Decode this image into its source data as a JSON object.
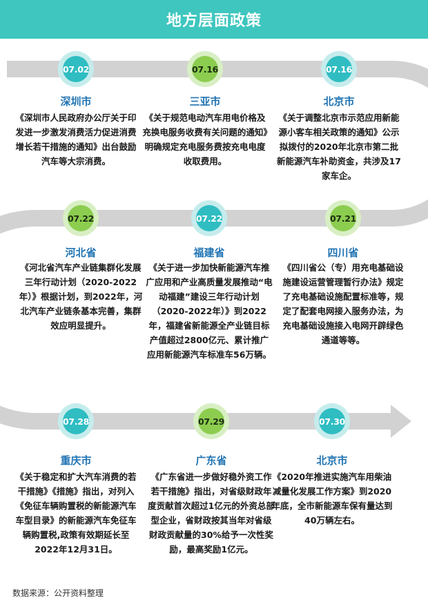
{
  "title": "地方层面政策",
  "footer": "数据来源：公开资料整理",
  "colors": {
    "header": "#3ec6bf",
    "teal": "#2fbdc2",
    "green": "#8ccd4f",
    "city": "#2174b3",
    "road": "#d2d2d2"
  },
  "events": [
    {
      "date": "07.02",
      "city": "深圳市",
      "text": "《深圳市人民政府办公厅关于印发进一步激发消费活力促进消费增长若干措施的通知》出台鼓励汽车等大宗消费。"
    },
    {
      "date": "07.16",
      "city": "三亚市",
      "text": "《关于规范电动汽车用电价格及充换电服务收费有关问题的通知》明确规定充电服务费按充电电度收取费用。"
    },
    {
      "date": "07.16",
      "city": "北京市",
      "text": "《关于调整北京市示范应用新能源小客车相关政策的通知》公示拟拨付的2020年北京市第二批新能源汽车补助资金，共涉及17家车企。"
    },
    {
      "date": "07.22",
      "city": "河北省",
      "text": "《河北省汽车产业链集群化发展三年行动计划（2020-2022年）》根据计划，到2022年，河北汽车产业链条基本完善，集群效应明显提升。"
    },
    {
      "date": "07.22",
      "city": "福建省",
      "text": "《关于进一步加快新能源汽车推广应用和产业高质量发展推动“电动福建”建设三年行动计划（2020-2022年）》到2022年，福建省新能源全产业链目标产值超过2800亿元、累计推广应用新能源汽车标准车56万辆。"
    },
    {
      "date": "07.21",
      "city": "四川省",
      "text": "《四川省公（专）用充电基础设施建设运营管理暂行办法》规定了充电基础设施配置标准等，规定了配套电网接入服务办法，为充电基础设施接入电网开辟绿色通道等等。"
    },
    {
      "date": "07.28",
      "city": "重庆市",
      "text": "《关于稳定和扩大汽车消费的若干措施》《措施》指出，对列入《免征车辆购置税的新能源汽车车型目录》的新能源汽车免征车辆购置税,政策有效期延长至2022年12月31日。"
    },
    {
      "date": "07.29",
      "city": "广东省",
      "text": "《广东省进一步做好稳外资工作若干措施》指出，对省级财政年度贡献首次超过1亿元的外资总部型企业，省财政按其当年对省级财政贡献量的30%给予一次性奖励，最高奖励1亿元。"
    },
    {
      "date": "07.30",
      "city": "北京市",
      "text": "《2020年推进实施汽车用柴油减量化发展工作方案》到2020年底，全市新能源车保有量达到40万辆左右。"
    }
  ]
}
